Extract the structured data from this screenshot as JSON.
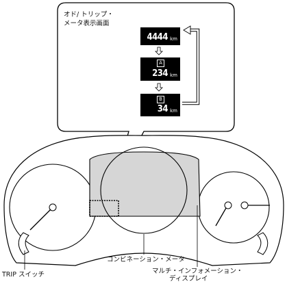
{
  "callout": {
    "title_line1": "オド/ トリップ・",
    "title_line2": "メータ表示画面"
  },
  "screens": [
    {
      "value": "4444",
      "unit": "km",
      "badge": ""
    },
    {
      "value": "234",
      "unit": "km",
      "badge": "A"
    },
    {
      "value": "34",
      "unit": "km",
      "badge": "B"
    }
  ],
  "labels": {
    "trip_switch": "TRIP スイッチ",
    "combination_meter": "コンビネーション・メータ",
    "mid_line1": "マルチ・インフォメーション・",
    "mid_line2": "ディスプレイ"
  }
}
